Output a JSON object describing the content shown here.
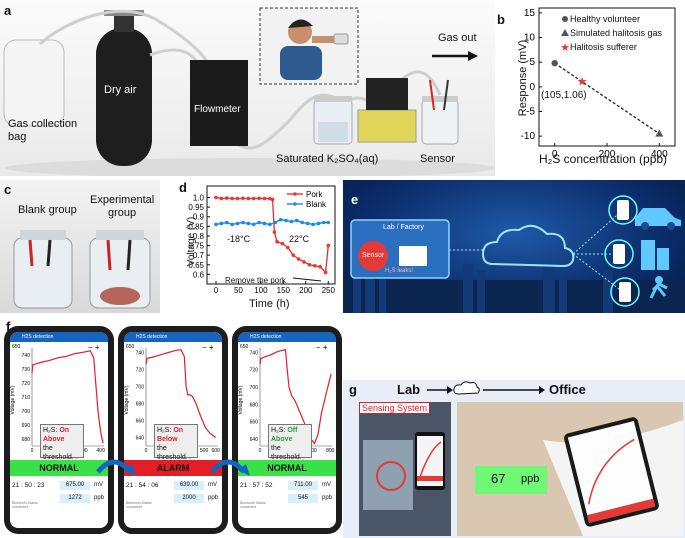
{
  "panel_a": {
    "label": "a",
    "gas_bag": "Gas collection\nbag",
    "dry_air": "Dry air",
    "flowmeter": "Flowmeter",
    "k2so4": "Saturated K₂SO₄(aq)",
    "sensor": "Sensor",
    "gas_out": "Gas out"
  },
  "panel_b": {
    "label": "b",
    "legend": [
      "Healthy volunteer",
      "Simulated halitosis gas",
      "Halitosis sufferer"
    ],
    "annotation": "(105,1.06)",
    "chart_data": {
      "type": "scatter",
      "xlabel": "H₂S concentration (ppb)",
      "ylabel": "Response (mV)",
      "xlim": [
        -60,
        460
      ],
      "ylim": [
        -12,
        16
      ],
      "xticks": [
        0,
        200,
        400
      ],
      "yticks": [
        -10,
        -5,
        0,
        5,
        10,
        15
      ],
      "series": [
        {
          "name": "Healthy volunteer",
          "marker": "circle",
          "color": "#555555",
          "x": [
            0
          ],
          "y": [
            4.8
          ]
        },
        {
          "name": "Simulated halitosis gas",
          "marker": "triangle",
          "color": "#555555",
          "x": [
            400
          ],
          "y": [
            -9.5
          ]
        },
        {
          "name": "Halitosis sufferer",
          "marker": "star",
          "color": "#e53935",
          "x": [
            105
          ],
          "y": [
            1.06
          ]
        }
      ]
    }
  },
  "panel_c": {
    "label": "c",
    "blank": "Blank group",
    "experimental": "Experimental\ngroup"
  },
  "panel_d": {
    "label": "d",
    "cold": "-18°C",
    "warm": "22°C",
    "note": "Remove the pork",
    "chart_data": {
      "type": "line",
      "xlabel": "Time (h)",
      "ylabel": "Voltage (V)",
      "xlim": [
        -20,
        265
      ],
      "ylim": [
        0.55,
        1.06
      ],
      "xticks": [
        0,
        50,
        100,
        150,
        200,
        250
      ],
      "yticks": [
        0.6,
        0.65,
        0.7,
        0.75,
        0.8,
        0.85,
        0.9,
        0.95,
        1.0
      ],
      "series": [
        {
          "name": "Pork",
          "color": "#e53935",
          "marker": "circle",
          "x": [
            0,
            12,
            24,
            36,
            48,
            60,
            72,
            84,
            96,
            108,
            120,
            126,
            130,
            136,
            148,
            160,
            172,
            184,
            196,
            208,
            220,
            232,
            244,
            250
          ],
          "y": [
            1.0,
            0.995,
            0.997,
            0.995,
            0.995,
            0.996,
            0.995,
            0.995,
            0.996,
            0.995,
            0.994,
            0.99,
            0.82,
            0.77,
            0.76,
            0.74,
            0.7,
            0.68,
            0.665,
            0.65,
            0.645,
            0.64,
            0.61,
            0.75
          ]
        },
        {
          "name": "Blank",
          "color": "#1e88e5",
          "marker": "circle",
          "x": [
            0,
            12,
            24,
            36,
            48,
            60,
            72,
            84,
            96,
            108,
            120,
            132,
            144,
            156,
            168,
            180,
            192,
            204,
            216,
            228,
            240,
            250
          ],
          "y": [
            0.86,
            0.865,
            0.87,
            0.86,
            0.865,
            0.87,
            0.865,
            0.86,
            0.87,
            0.865,
            0.86,
            0.87,
            0.885,
            0.88,
            0.875,
            0.88,
            0.87,
            0.865,
            0.86,
            0.865,
            0.87,
            0.87
          ]
        }
      ]
    }
  },
  "panel_e": {
    "label": "e",
    "lab": "Lab / Factory",
    "sensor": "Sensor",
    "leak": "H₂S leaks!"
  },
  "panel_f": {
    "label": "f",
    "phones": [
      {
        "title": "H2S detection",
        "state1": "On",
        "state2": "Above",
        "status": "NORMAL",
        "status_color": "#39e048",
        "time": "21 : 50 : 23",
        "mv": "675.00",
        "ppb": "1272",
        "chart_data": {
          "type": "line",
          "xlabel": "Time (s)",
          "ylabel": "Voltage (mV)",
          "ylim": [
            675,
            745
          ],
          "xlim": [
            0,
            420
          ],
          "yticks": [
            680,
            690,
            700,
            710,
            720,
            730,
            740
          ],
          "xticks": [
            0,
            100,
            200,
            300,
            400
          ],
          "x": [
            0,
            5,
            30,
            60,
            100,
            150,
            200,
            250,
            300,
            340,
            360,
            375,
            385,
            395,
            405,
            415
          ],
          "y": [
            727,
            733,
            734,
            735,
            736,
            738,
            739,
            741,
            742,
            743,
            738,
            715,
            700,
            690,
            682,
            677
          ]
        }
      },
      {
        "title": "H2S detection",
        "state1": "On",
        "state2": "Below",
        "status": "ALARM",
        "status_color": "#e31e24",
        "time": "21 : 54 : 06",
        "mv": "639.00",
        "ppb": "2000",
        "chart_data": {
          "type": "line",
          "xlabel": "Time (s)",
          "ylabel": "Voltage (mV)",
          "ylim": [
            630,
            745
          ],
          "xlim": [
            0,
            620
          ],
          "yticks": [
            640,
            660,
            680,
            700,
            720,
            740
          ],
          "xticks": [
            0,
            100,
            200,
            300,
            400,
            500,
            600
          ],
          "x": [
            0,
            10,
            50,
            100,
            150,
            200,
            250,
            300,
            330,
            345,
            360,
            380,
            400,
            430,
            470,
            510,
            550,
            600
          ],
          "y": [
            726,
            733,
            734,
            736,
            738,
            740,
            742,
            743,
            735,
            700,
            690,
            690,
            688,
            680,
            665,
            652,
            645,
            640
          ]
        }
      },
      {
        "title": "H2S detection",
        "state1": "Off",
        "state2": "Above",
        "status": "NORMAL",
        "status_color": "#39e048",
        "time": "21 : 57 : 52",
        "mv": "711.00",
        "ppb": "545",
        "chart_data": {
          "type": "line",
          "xlabel": "Time (s)",
          "ylabel": "Voltage (mV)",
          "ylim": [
            632,
            745
          ],
          "xlim": [
            0,
            820
          ],
          "yticks": [
            640,
            660,
            680,
            700,
            720,
            740
          ],
          "xticks": [
            0,
            200,
            400,
            600,
            800
          ],
          "x": [
            0,
            10,
            60,
            120,
            180,
            240,
            290,
            310,
            330,
            360,
            400,
            450,
            500,
            540,
            580,
            620,
            660,
            700,
            760,
            810
          ],
          "y": [
            726,
            733,
            735,
            737,
            740,
            742,
            743,
            720,
            700,
            690,
            684,
            672,
            660,
            650,
            640,
            635,
            645,
            670,
            695,
            715
          ]
        }
      }
    ],
    "ylabel_top": "650",
    "h2s_prefix": "H₂S:",
    "threshold": "the\nthreshold",
    "unit_mv": "mV",
    "unit_ppb": "ppb",
    "bluetooth": "Bluetooth Status\nconnected"
  },
  "panel_g": {
    "label": "g",
    "lab": "Lab",
    "office": "Office",
    "sensing_system": "Sensing System",
    "reading": "67",
    "unit": "ppb"
  }
}
